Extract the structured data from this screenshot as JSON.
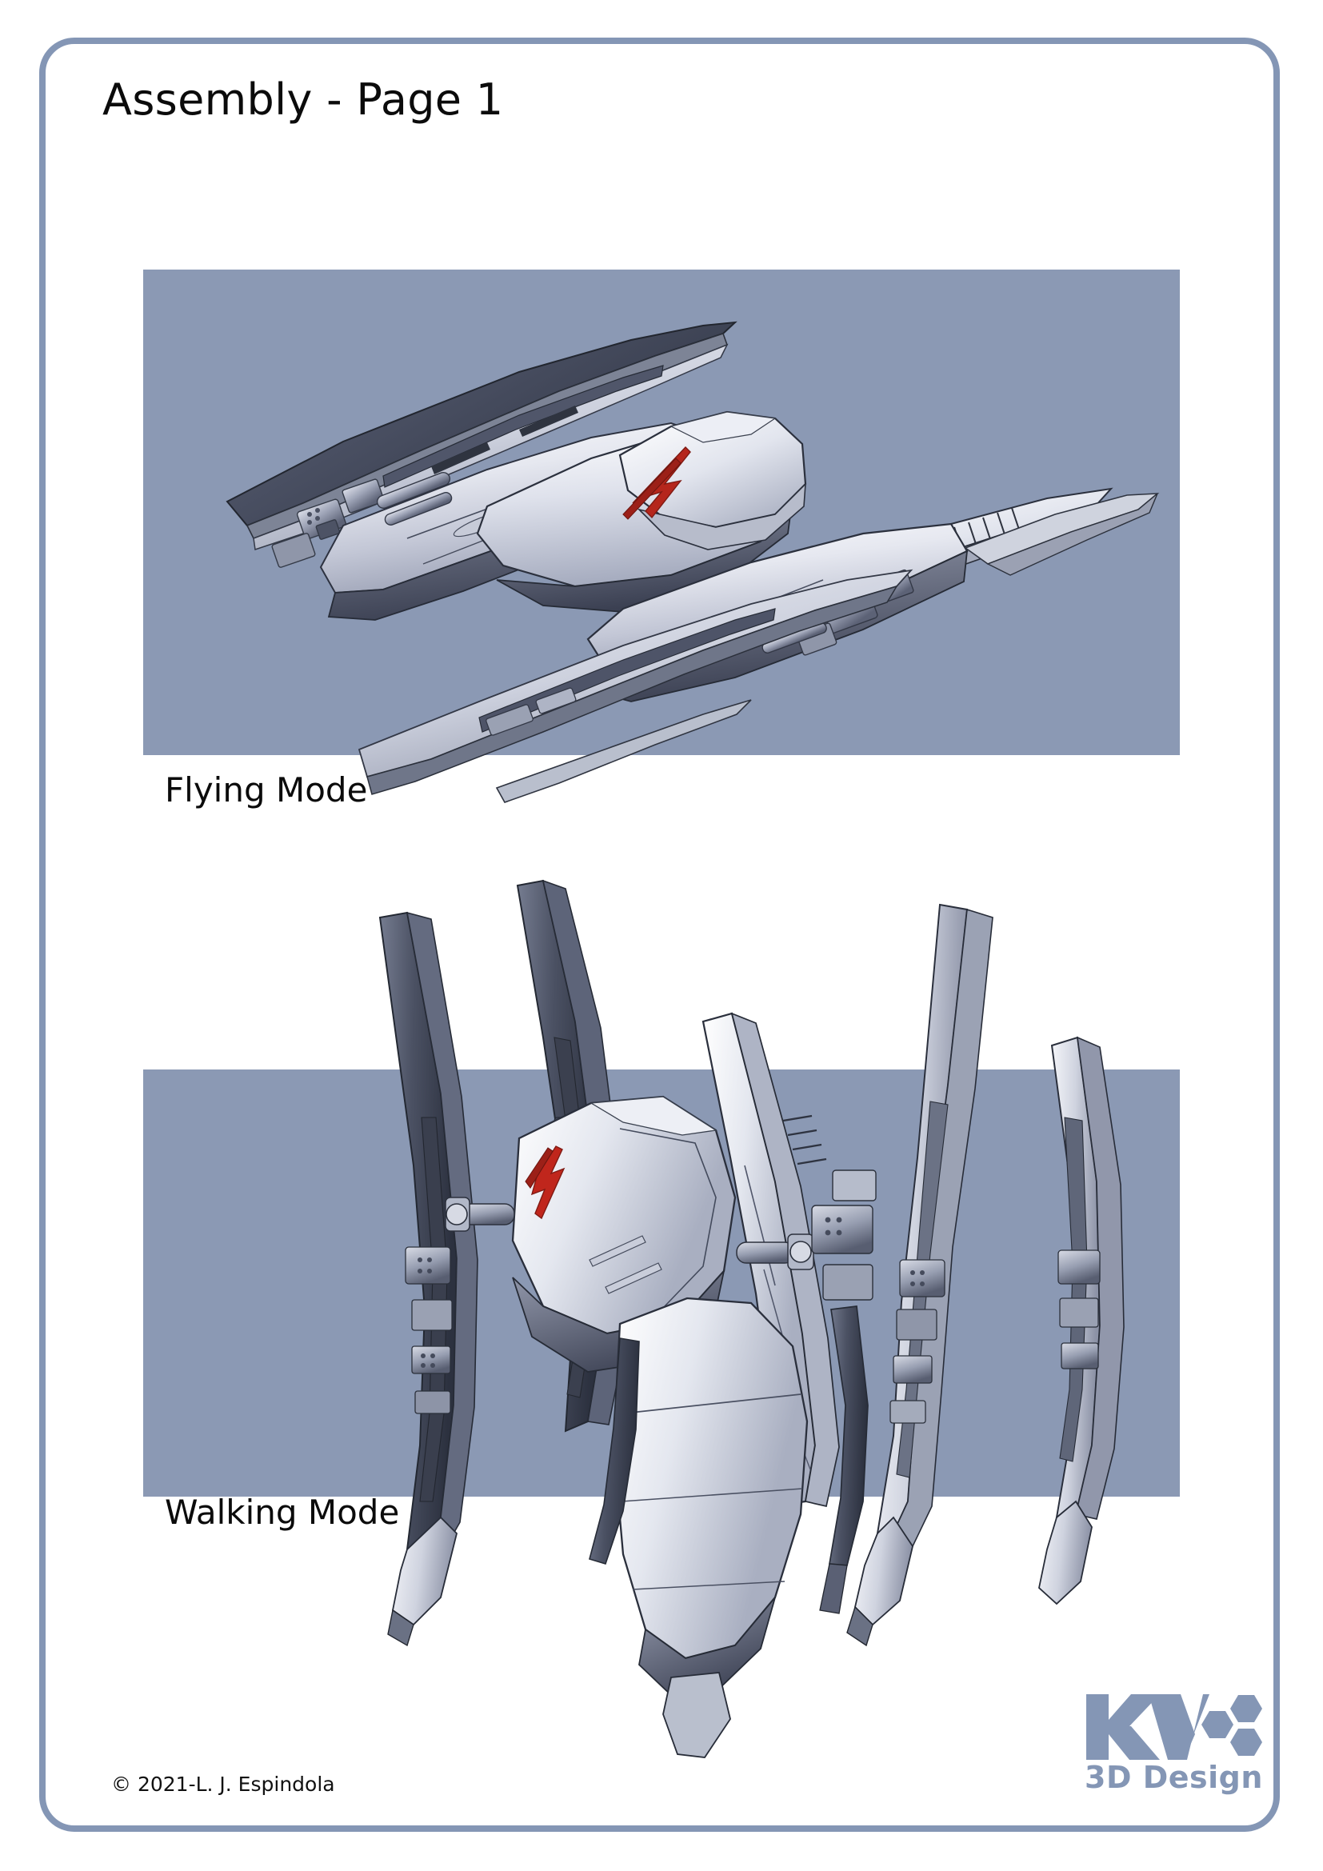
{
  "page": {
    "title": "Assembly - Page 1",
    "border_color": "#8496b5",
    "background_color": "#ffffff"
  },
  "figures": [
    {
      "id": "flying",
      "caption": "Flying Mode",
      "panel_color": "#8b99b4",
      "subject": "transformable starfighter craft, swept twin-hull configuration, CAD shaded render",
      "accent_color": "#c0392b"
    },
    {
      "id": "walking",
      "caption": "Walking Mode",
      "panel_color": "#8b99b4",
      "subject": "transformable starfighter craft, upright legged walker configuration, CAD shaded render",
      "accent_color": "#c0392b"
    }
  ],
  "footer": {
    "copyright": "© 2021-L. J. Espindola",
    "logo": {
      "mark_text": "KV",
      "wordmark": "3D Design",
      "color": "#8496b5",
      "hexagon_count": 3
    }
  }
}
